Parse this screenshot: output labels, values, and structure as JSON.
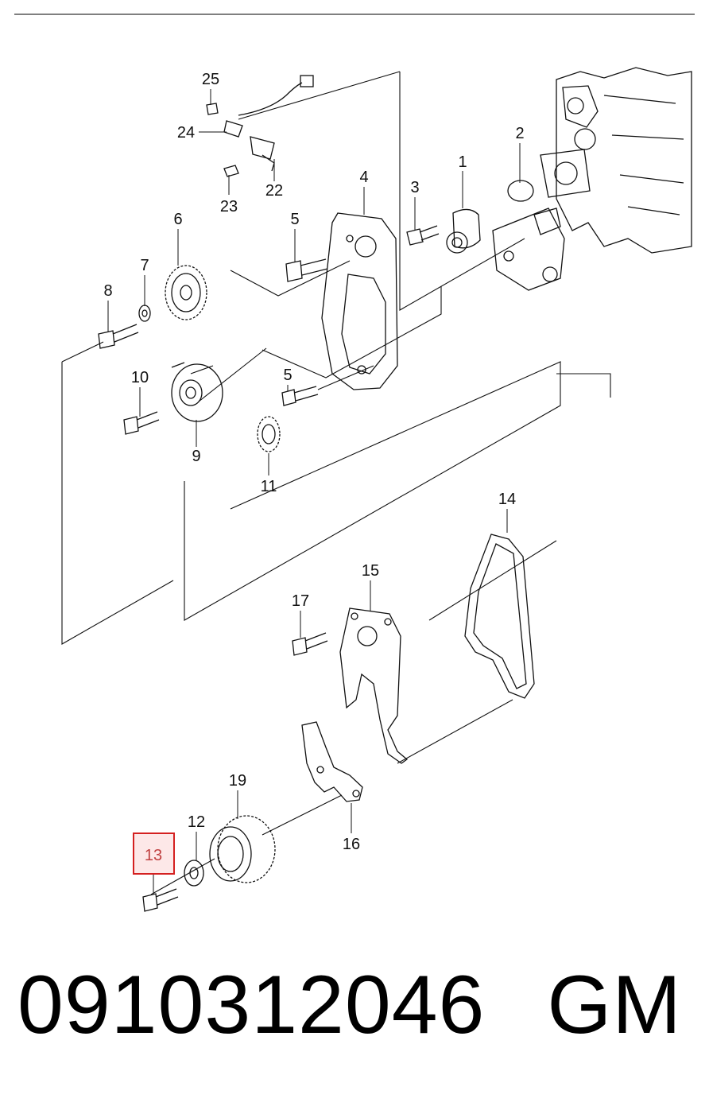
{
  "callouts": {
    "c1": "1",
    "c2": "2",
    "c3": "3",
    "c4": "4",
    "c5a": "5",
    "c5b": "5",
    "c6": "6",
    "c7": "7",
    "c8": "8",
    "c9": "9",
    "c10": "10",
    "c11": "11",
    "c12": "12",
    "c13": "13",
    "c14": "14",
    "c15": "15",
    "c16": "16",
    "c17": "17",
    "c19": "19",
    "c22": "22",
    "c23": "23",
    "c24": "24",
    "c25": "25"
  },
  "highlight": {
    "callout": "13",
    "border_color": "#d42020",
    "fill_color": "#fde8e8"
  },
  "footer": {
    "part_number": "0910312046",
    "brand": "GM"
  }
}
